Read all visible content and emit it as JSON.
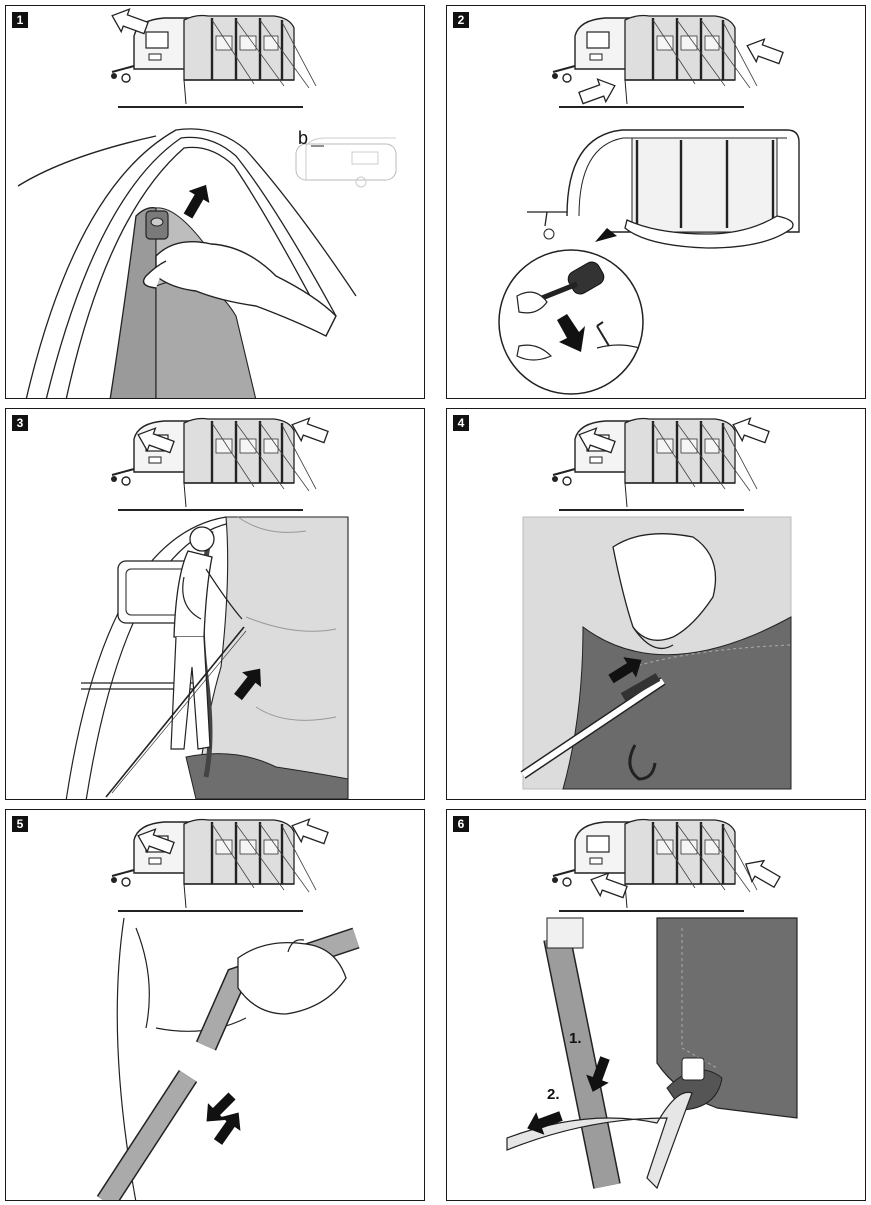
{
  "panels": [
    {
      "number": "1",
      "inset_label": "b"
    },
    {
      "number": "2"
    },
    {
      "number": "3"
    },
    {
      "number": "4"
    },
    {
      "number": "5"
    },
    {
      "number": "6",
      "step_labels": [
        "1.",
        "2."
      ]
    }
  ]
}
